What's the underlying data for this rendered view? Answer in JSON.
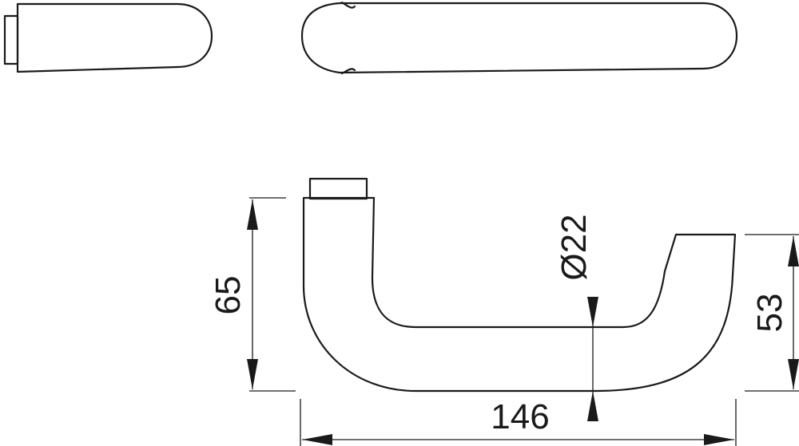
{
  "dimensions": {
    "height_total": "65",
    "diameter": "Ø22",
    "height_end": "53",
    "length": "146"
  },
  "colors": {
    "line": "#1a1a1a",
    "background": "#ffffff"
  }
}
